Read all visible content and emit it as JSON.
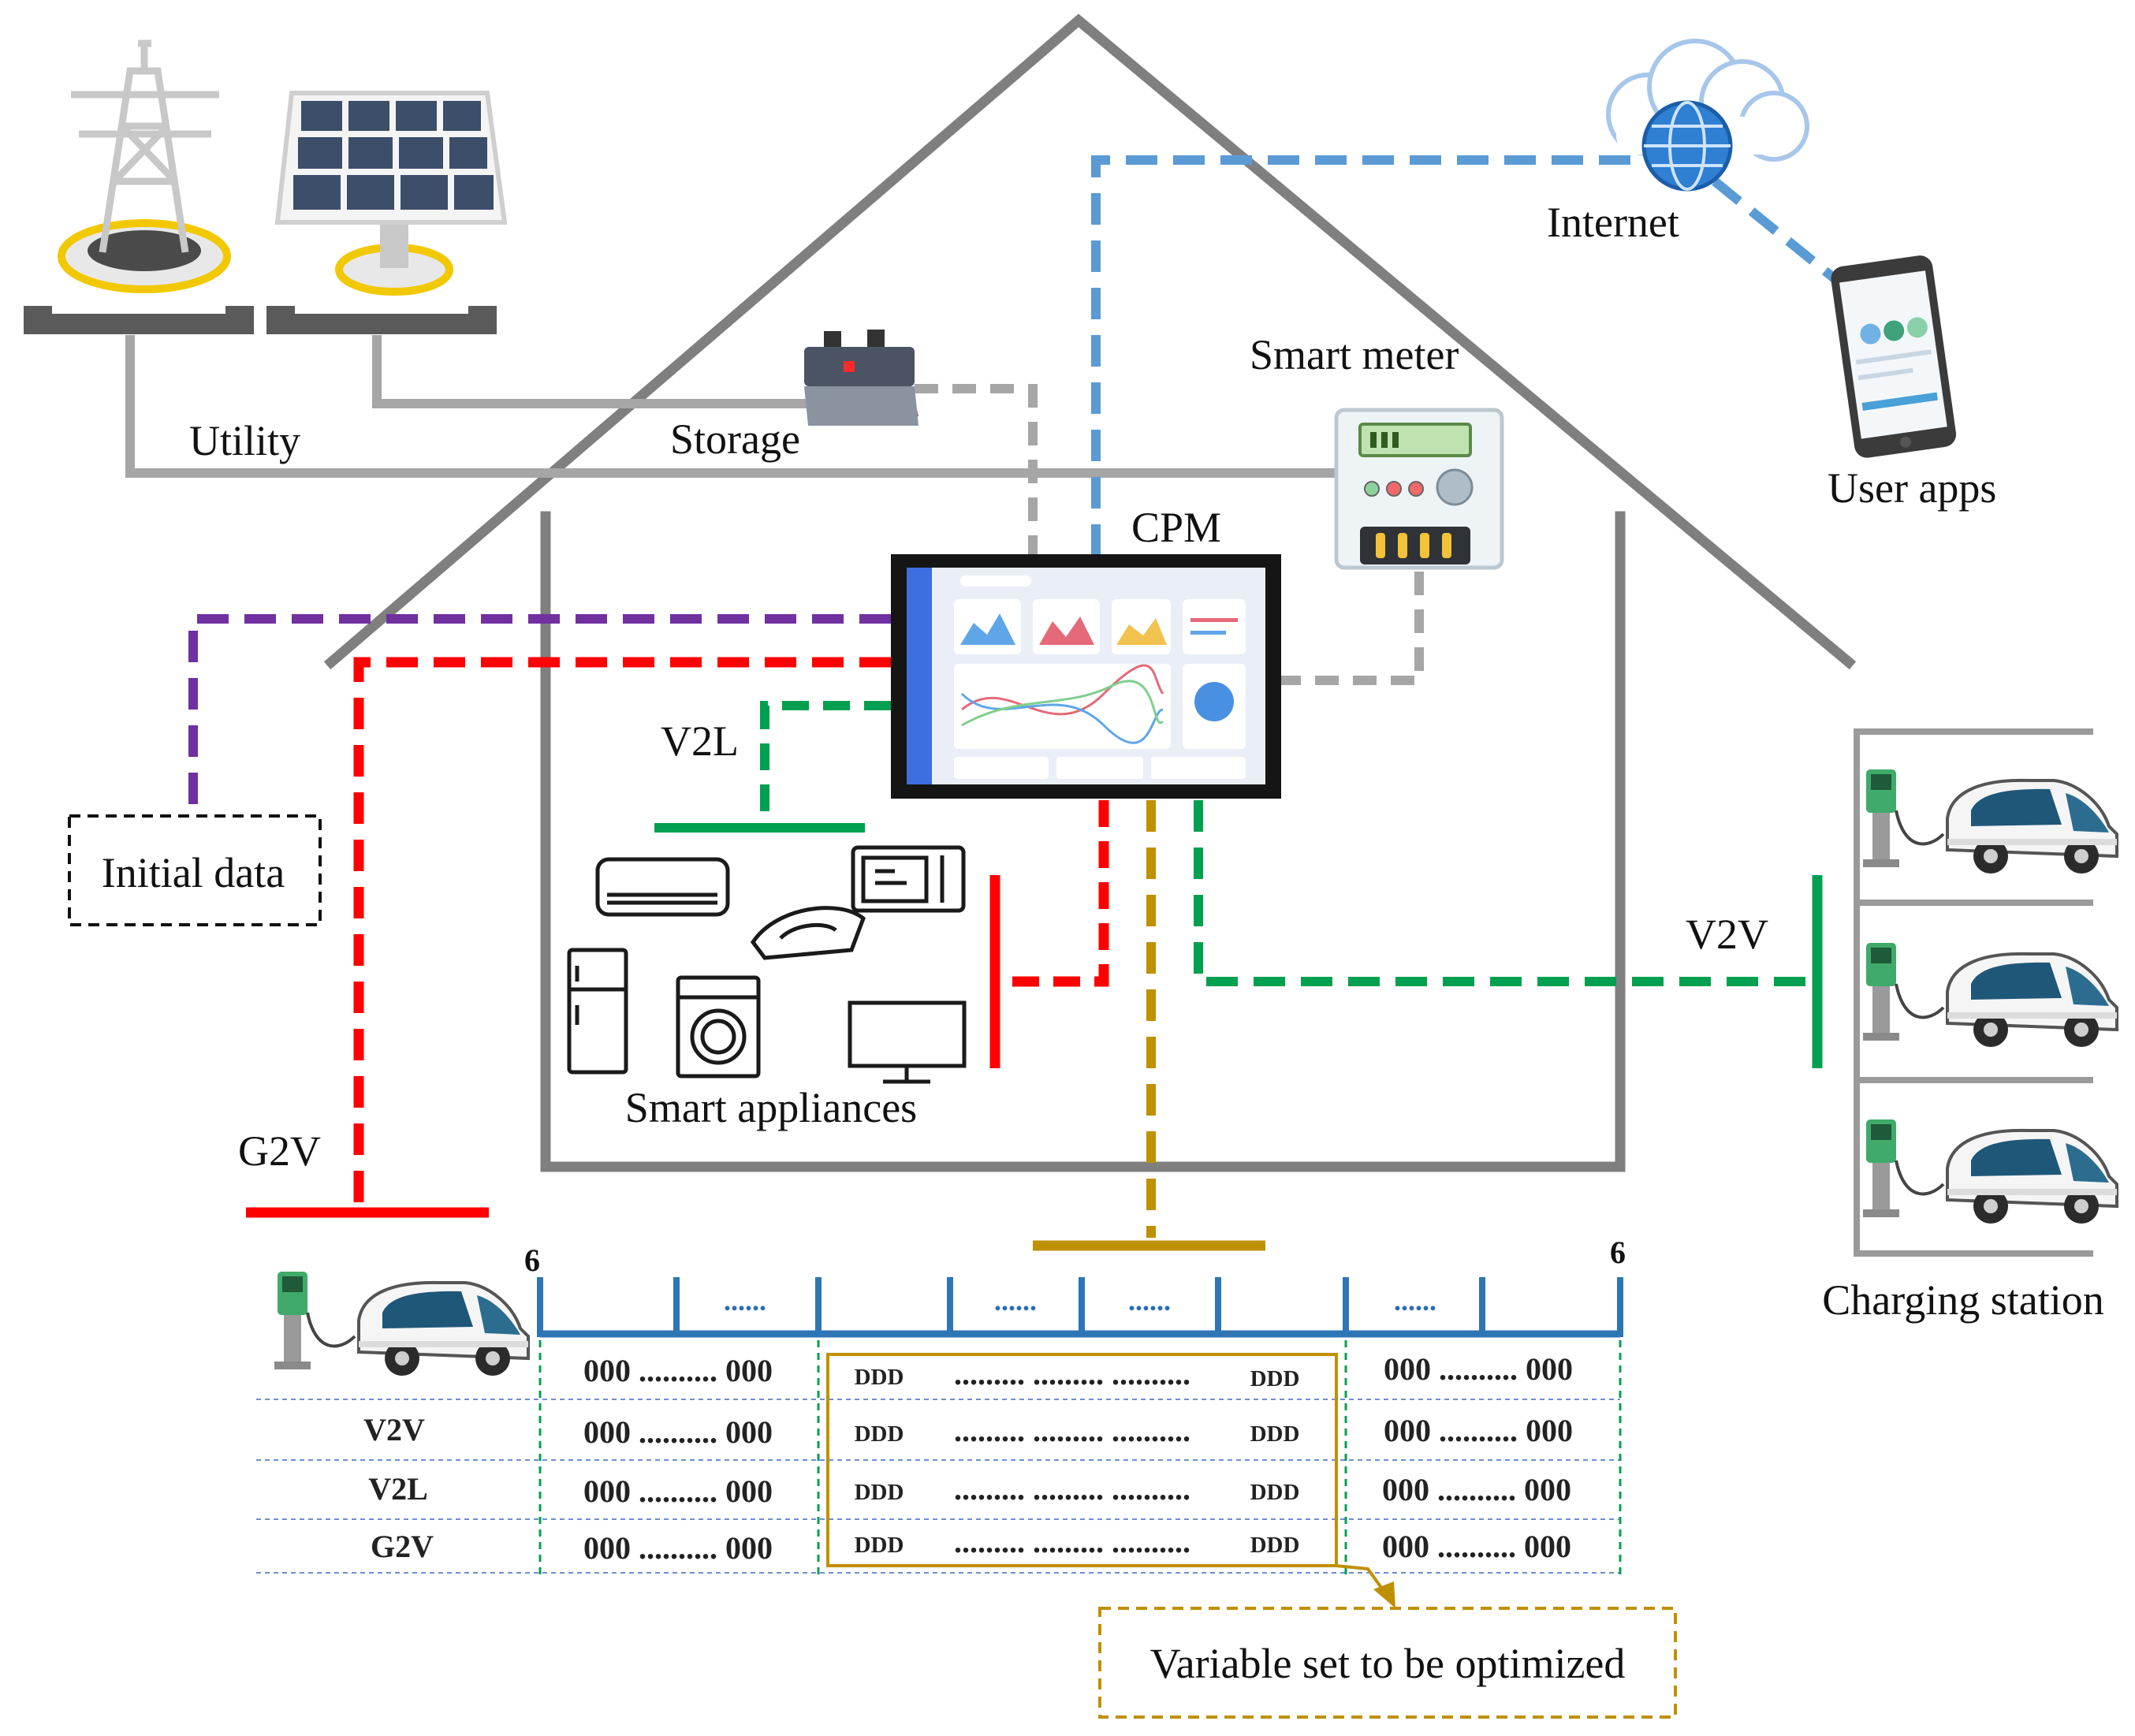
{
  "labels": {
    "utility": "Utility",
    "storage": "Storage",
    "internet": "Internet",
    "user_apps": "User apps",
    "smart_meter": "Smart meter",
    "cpm": "CPM",
    "v2l": "V2L",
    "v2v": "V2V",
    "g2v": "G2V",
    "initial_data": "Initial data",
    "smart_appliances": "Smart appliances",
    "charging_station": "Charging station",
    "variable_set": "Variable set to be optimized"
  },
  "timeline": {
    "start": "6",
    "end": "6",
    "gap": "......"
  },
  "table": {
    "rows": [
      "",
      "V2V",
      "V2L",
      "G2V"
    ],
    "binary": "000 .......... 000",
    "decision": [
      "DDD",
      "......... ......... ..........",
      "DDD"
    ]
  },
  "colors": {
    "house": "#7f7f7f",
    "wire": "#a6a6a6",
    "internet": "#5b9bd5",
    "initial_data": "#7030a0",
    "g2v": "#ff0000",
    "v2l": "#00a050",
    "optimizer": "#bf9000",
    "timeline": "#2e75b6"
  }
}
